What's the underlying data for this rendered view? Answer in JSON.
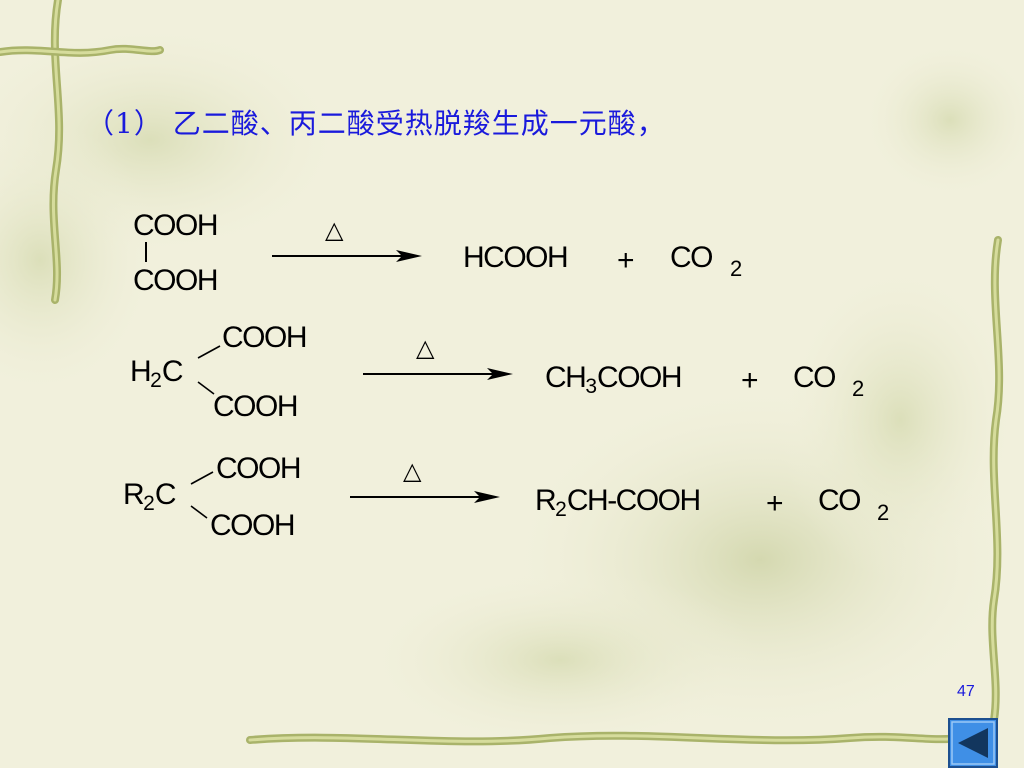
{
  "heading": "（1） 乙二酸、丙二酸受热脱羧生成一元酸，",
  "heat_symbol": "△",
  "plus": "+",
  "reactions": [
    {
      "reactant_top": "COOH",
      "reactant_bottom": "COOH",
      "product_main": "HCOOH",
      "product_co": "CO",
      "product_co_sub": "2"
    },
    {
      "reactant_center": "H",
      "reactant_center_sub": "2",
      "reactant_center_c": "C",
      "reactant_top": "COOH",
      "reactant_bottom": "COOH",
      "product_prefix": "CH",
      "product_prefix_sub": "3",
      "product_suffix": "COOH",
      "product_co": "CO",
      "product_co_sub": "2"
    },
    {
      "reactant_center": "R",
      "reactant_center_sub": "2",
      "reactant_center_c": "C",
      "reactant_top": "COOH",
      "reactant_bottom": "COOH",
      "product_prefix": "R",
      "product_prefix_sub": "2",
      "product_suffix": "CH-COOH",
      "product_co": "CO",
      "product_co_sub": "2"
    }
  ],
  "page_number": "47",
  "colors": {
    "heading": "#1a1adc",
    "background": "#f1f0dc",
    "nav_button": "#2a7ad6"
  },
  "nav": {
    "icon": "back-triangle-icon"
  }
}
